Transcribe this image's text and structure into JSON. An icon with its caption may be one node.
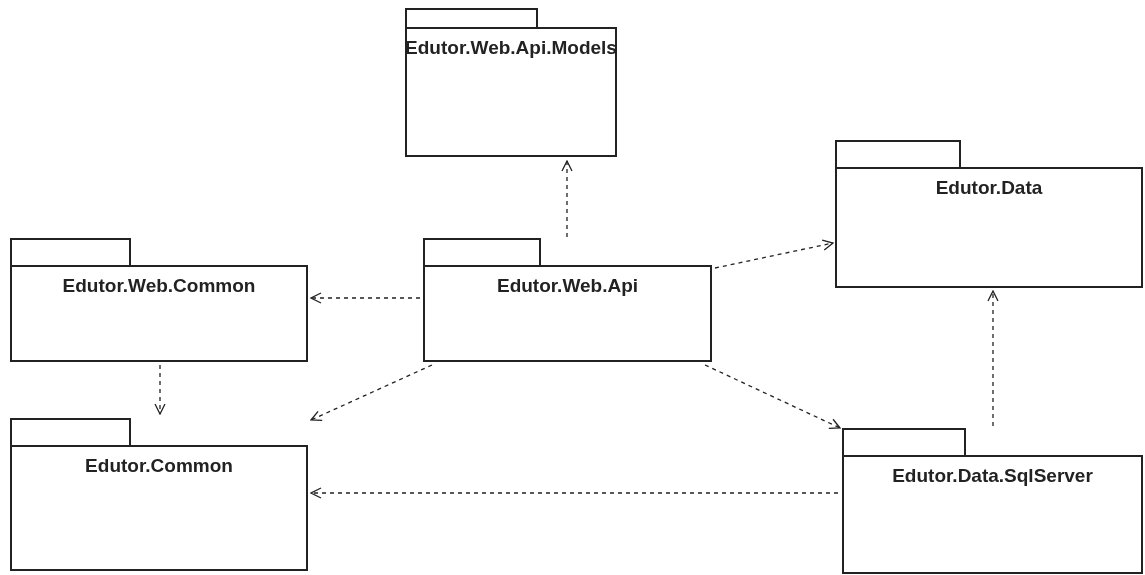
{
  "diagram": {
    "nodes": [
      {
        "text": [
          "Edutor.Web.Api.Models"
        ]
      },
      {
        "text": [
          "Edutor.Data"
        ]
      },
      {
        "text": [
          "Edutor.Web.Common"
        ]
      },
      {
        "text": [
          "Edutor.Web.Api"
        ]
      },
      {
        "text": [
          "Edutor.Common"
        ]
      },
      {
        "text": [
          "Edutor.Data.SqlServer"
        ]
      }
    ],
    "edges": [
      {
        "from": 3,
        "to": 0,
        "arrow": "to",
        "style": "dashed"
      },
      {
        "from": 3,
        "to": 1,
        "arrow": "to",
        "style": "dashed"
      },
      {
        "from": 3,
        "to": 2,
        "arrow": "to",
        "style": "dashed"
      },
      {
        "from": 3,
        "to": 4,
        "arrow": "to",
        "style": "dashed"
      },
      {
        "from": 3,
        "to": 5,
        "arrow": "to",
        "style": "dashed"
      },
      {
        "from": 2,
        "to": 4,
        "arrow": "to",
        "style": "dashed"
      },
      {
        "from": 5,
        "to": 4,
        "arrow": "to",
        "style": "dashed"
      },
      {
        "from": 5,
        "to": 1,
        "arrow": "to",
        "style": "dashed"
      }
    ]
  }
}
